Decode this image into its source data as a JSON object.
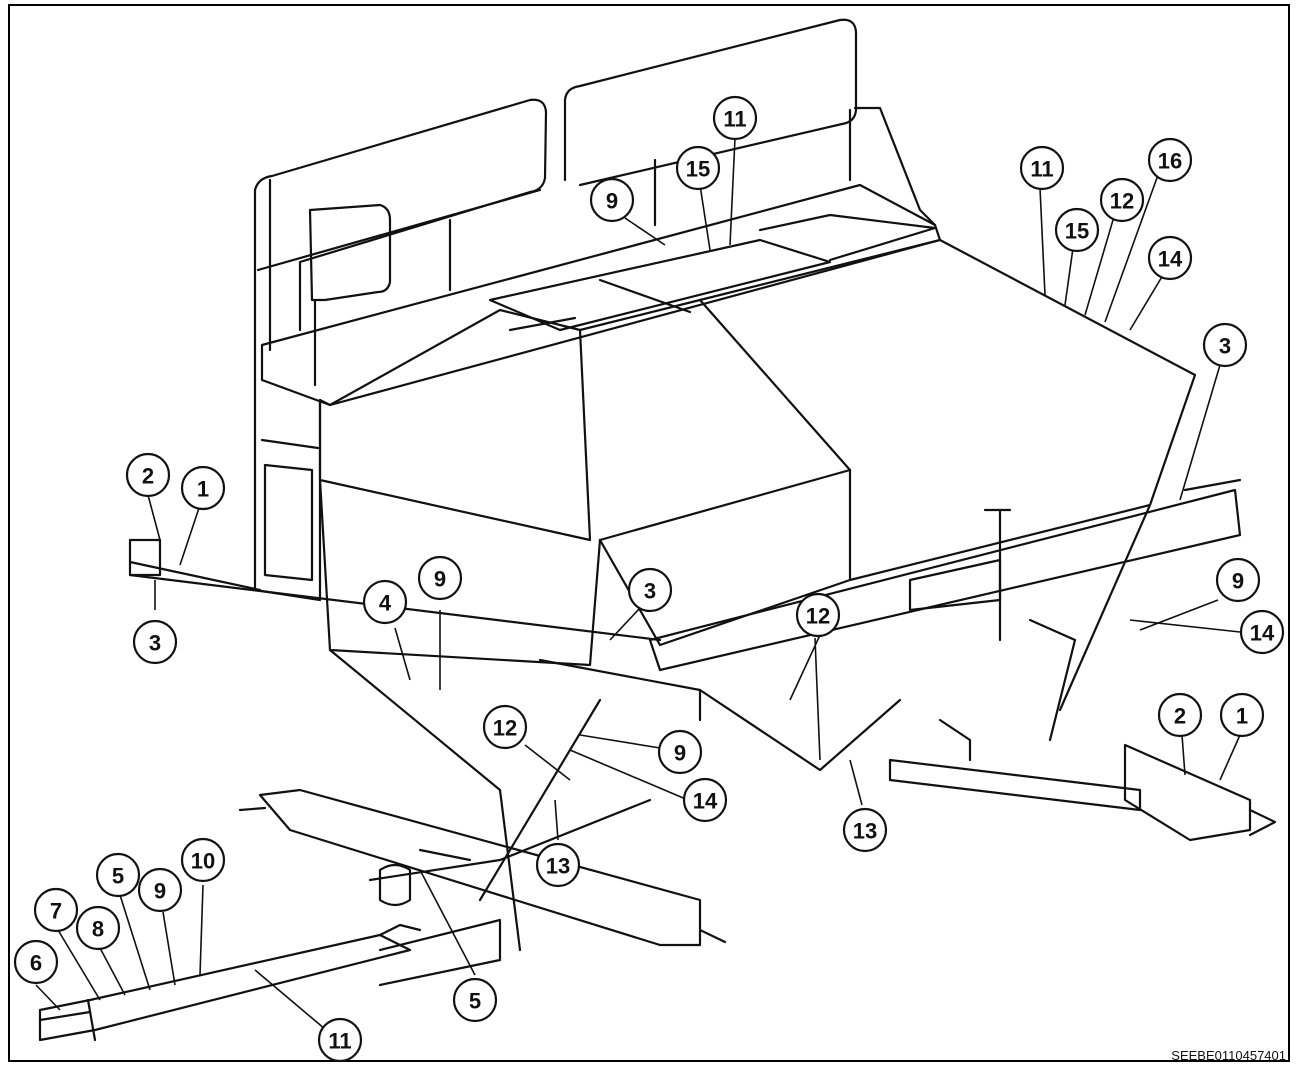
{
  "figure_code": "SEEBE0110457401",
  "callouts": [
    {
      "id": "c11a",
      "label": "11"
    },
    {
      "id": "c15a",
      "label": "15"
    },
    {
      "id": "c9a",
      "label": "9"
    },
    {
      "id": "c11b",
      "label": "11"
    },
    {
      "id": "c16",
      "label": "16"
    },
    {
      "id": "c15b",
      "label": "15"
    },
    {
      "id": "c12a",
      "label": "12"
    },
    {
      "id": "c14a",
      "label": "14"
    },
    {
      "id": "c3a",
      "label": "3"
    },
    {
      "id": "c2a",
      "label": "2"
    },
    {
      "id": "c1a",
      "label": "1"
    },
    {
      "id": "c3b",
      "label": "3"
    },
    {
      "id": "c9b",
      "label": "9"
    },
    {
      "id": "c4",
      "label": "4"
    },
    {
      "id": "c3c",
      "label": "3"
    },
    {
      "id": "c12b",
      "label": "12"
    },
    {
      "id": "c9c",
      "label": "9"
    },
    {
      "id": "c14b",
      "label": "14"
    },
    {
      "id": "c2b",
      "label": "2"
    },
    {
      "id": "c1b",
      "label": "1"
    },
    {
      "id": "c12c",
      "label": "12"
    },
    {
      "id": "c9d",
      "label": "9"
    },
    {
      "id": "c14c",
      "label": "14"
    },
    {
      "id": "c13a",
      "label": "13"
    },
    {
      "id": "c13b",
      "label": "13"
    },
    {
      "id": "c10",
      "label": "10"
    },
    {
      "id": "c5a",
      "label": "5"
    },
    {
      "id": "c9e",
      "label": "9"
    },
    {
      "id": "c8",
      "label": "8"
    },
    {
      "id": "c7",
      "label": "7"
    },
    {
      "id": "c6",
      "label": "6"
    },
    {
      "id": "c5b",
      "label": "5"
    },
    {
      "id": "c11c",
      "label": "11"
    }
  ]
}
